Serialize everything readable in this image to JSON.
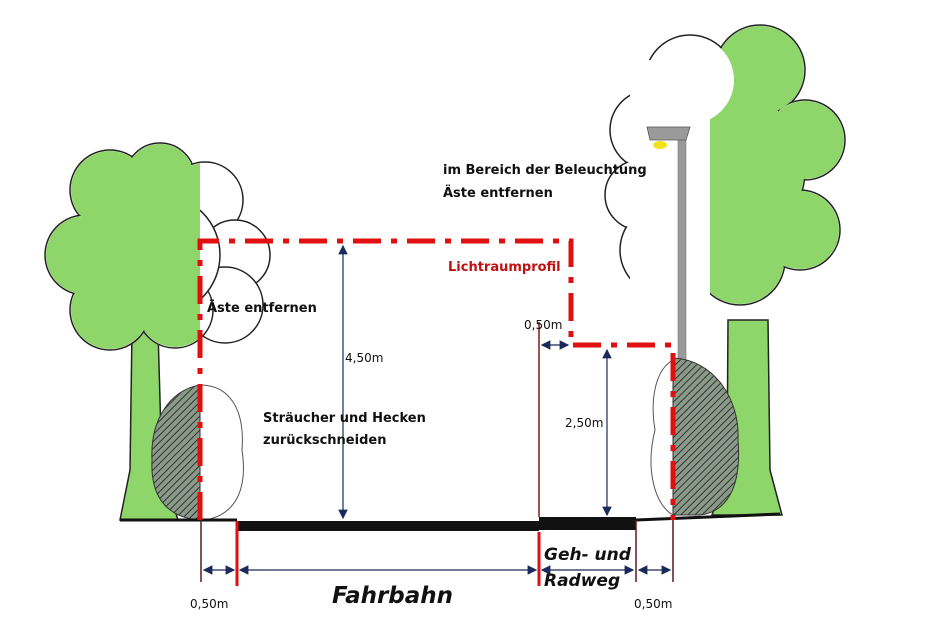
{
  "labels": {
    "lighting_line1": "im Bereich der Beleuchtung",
    "lighting_line2": "Äste entfernen",
    "profile": "Lichtraumprofil",
    "branches_left": "Äste entfernen",
    "shrubs_line1": "Sträucher und Hecken",
    "shrubs_line2": "zurückschneiden",
    "height_road": "4,50m",
    "height_path": "2,50m",
    "offset_top": "0,50m",
    "offset_left": "0,50m",
    "offset_right": "0,50m",
    "road": "Fahrbahn",
    "path_line1": "Geh- und",
    "path_line2": "Radweg"
  },
  "colors": {
    "profile_red": "#e01010",
    "tree_green": "#8ed66a",
    "ground": "#111111",
    "dimension": "#1a2a5a",
    "lamp": "#9a9a9a",
    "light": "#f2e21e"
  }
}
